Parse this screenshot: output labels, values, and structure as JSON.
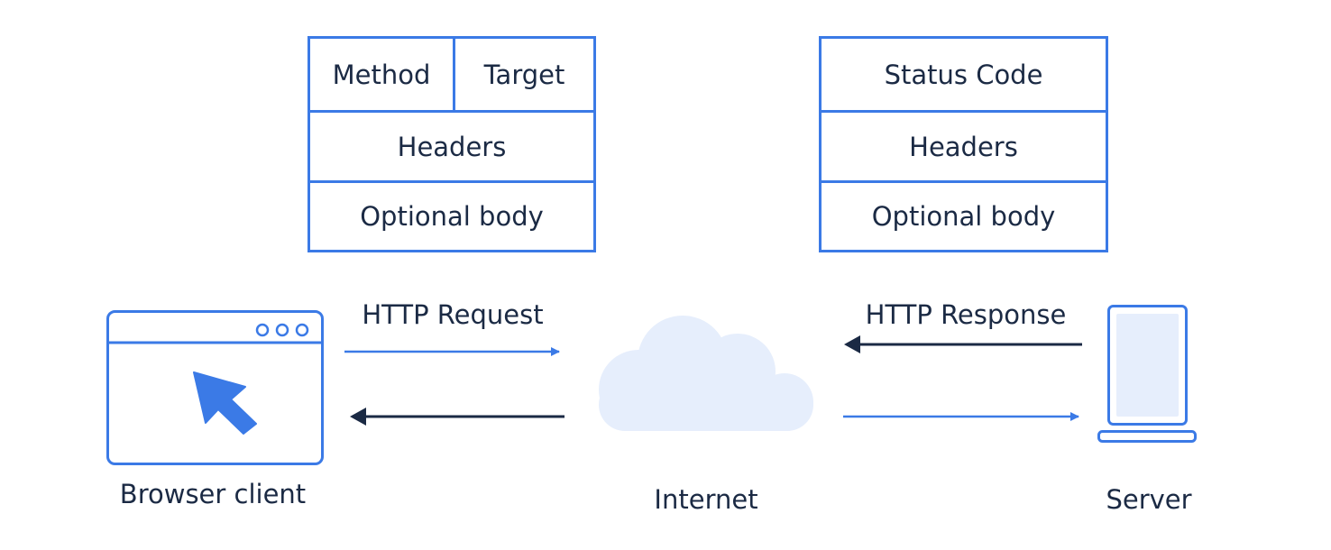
{
  "request_box": {
    "method": "Method",
    "target": "Target",
    "headers": "Headers",
    "body": "Optional body"
  },
  "response_box": {
    "status_code": "Status Code",
    "headers": "Headers",
    "body": "Optional body"
  },
  "labels": {
    "http_request": "HTTP Request",
    "http_response": "HTTP Response",
    "browser_client": "Browser client",
    "internet": "Internet",
    "server": "Server"
  },
  "colors": {
    "accent_blue": "#3b7ae6",
    "dark_navy": "#1b2a44",
    "cloud_fill": "#e6eefc",
    "server_screen": "#e6eefc"
  },
  "icons": {
    "browser": "browser-window-icon",
    "cursor": "cursor-arrow-icon",
    "cloud": "cloud-icon",
    "server": "server-icon"
  }
}
